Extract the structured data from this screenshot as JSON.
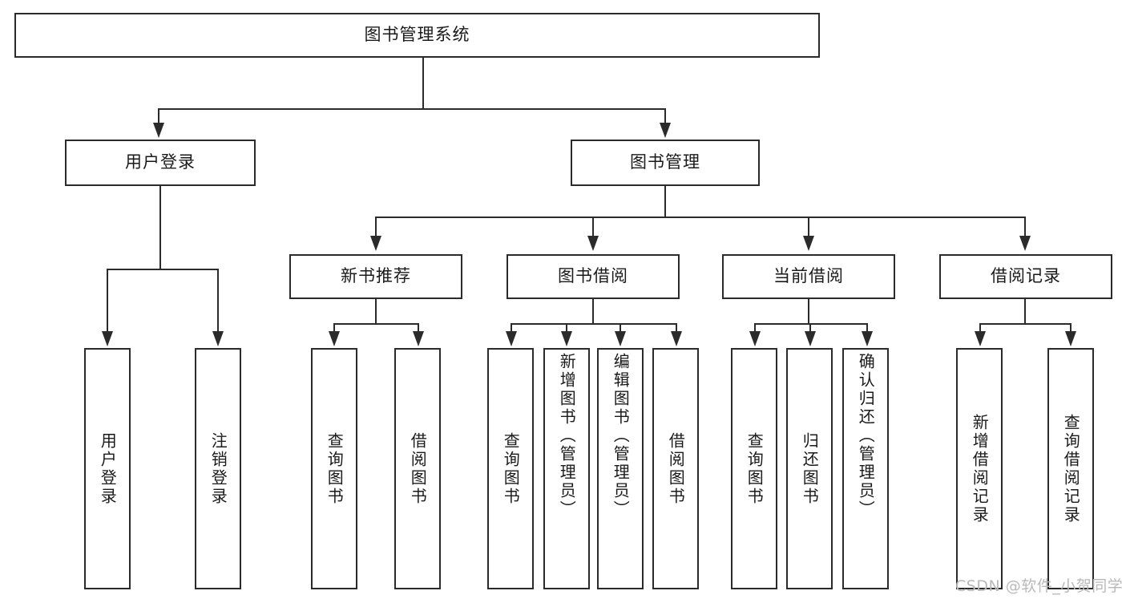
{
  "diagram": {
    "title": "图书管理系统",
    "type": "tree",
    "watermark": "CSDN @软件_小贺同学",
    "colors": {
      "stroke": "#2b2b2b",
      "box_fill": "#ffffff",
      "text": "#1a1a1a",
      "watermark": "#b9b9b9",
      "background": "#ffffff"
    },
    "nodes": {
      "root": {
        "label": "图书管理系统"
      },
      "level1": [
        {
          "label": "用户登录"
        },
        {
          "label": "图书管理"
        }
      ],
      "level2": [
        {
          "label": "新书推荐"
        },
        {
          "label": "图书借阅"
        },
        {
          "label": "当前借阅"
        },
        {
          "label": "借阅记录"
        }
      ],
      "leaves": {
        "user_login": [
          {
            "label": "用户登录"
          },
          {
            "label": "注销登录"
          }
        ],
        "new_book_recommend": [
          {
            "label": "查询图书"
          },
          {
            "label": "借阅图书"
          }
        ],
        "book_borrow": [
          {
            "label": "查询图书"
          },
          {
            "label": "新增图书（管理员）"
          },
          {
            "label": "编辑图书（管理员）"
          },
          {
            "label": "借阅图书"
          }
        ],
        "current_borrow": [
          {
            "label": "查询图书"
          },
          {
            "label": "归还图书"
          },
          {
            "label": "确认归还（管理员）"
          }
        ],
        "borrow_record": [
          {
            "label": "新增借阅记录"
          },
          {
            "label": "查询借阅记录"
          }
        ]
      }
    }
  }
}
